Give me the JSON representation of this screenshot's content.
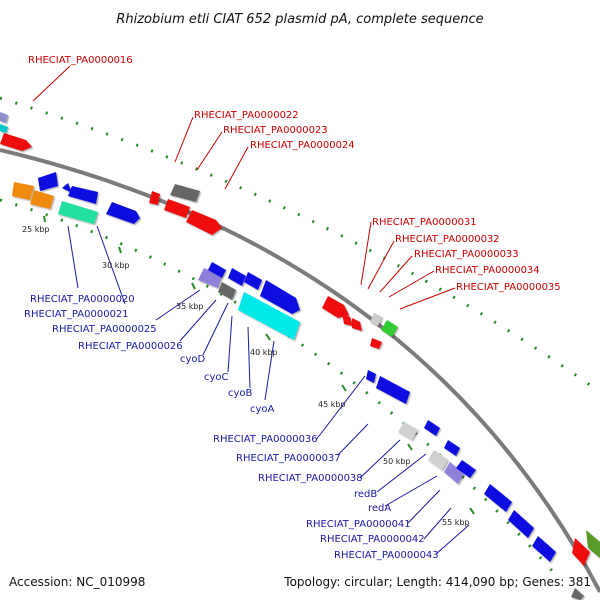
{
  "title": "Rhizobium etli CIAT 652 plasmid pA, complete sequence",
  "footer": {
    "accession": "Accession: NC_010998",
    "info": "Topology: circular; Length: 414,090 bp; Genes: 381"
  },
  "colors": {
    "backbone": "#8a8a8a",
    "forward_strand": "#dd1111",
    "reverse_strand": "#1111dd",
    "red_label": "#cc0000",
    "blue_label": "#1a1aa8",
    "tick_dots": "#2a8a2a"
  },
  "kbp_ticks": [
    "25 kbp",
    "30 kbp",
    "35 kbp",
    "40 kbp",
    "45 kbp",
    "50 kbp",
    "55 kbp"
  ],
  "outer_labels": [
    "RHECIAT_PA0000016",
    "RHECIAT_PA0000022",
    "RHECIAT_PA0000023",
    "RHECIAT_PA0000024",
    "RHECIAT_PA0000031",
    "RHECIAT_PA0000032",
    "RHECIAT_PA0000033",
    "RHECIAT_PA0000034",
    "RHECIAT_PA0000035"
  ],
  "inner_labels": [
    "RHECIAT_PA0000020",
    "RHECIAT_PA0000021",
    "RHECIAT_PA0000025",
    "RHECIAT_PA0000026",
    "cyoD",
    "cyoC",
    "cyoB",
    "cyoA",
    "RHECIAT_PA0000036",
    "RHECIAT_PA0000037",
    "RHECIAT_PA0000038",
    "redB",
    "redA",
    "RHECIAT_PA0000041",
    "RHECIAT_PA0000042",
    "RHECIAT_PA0000043"
  ]
}
